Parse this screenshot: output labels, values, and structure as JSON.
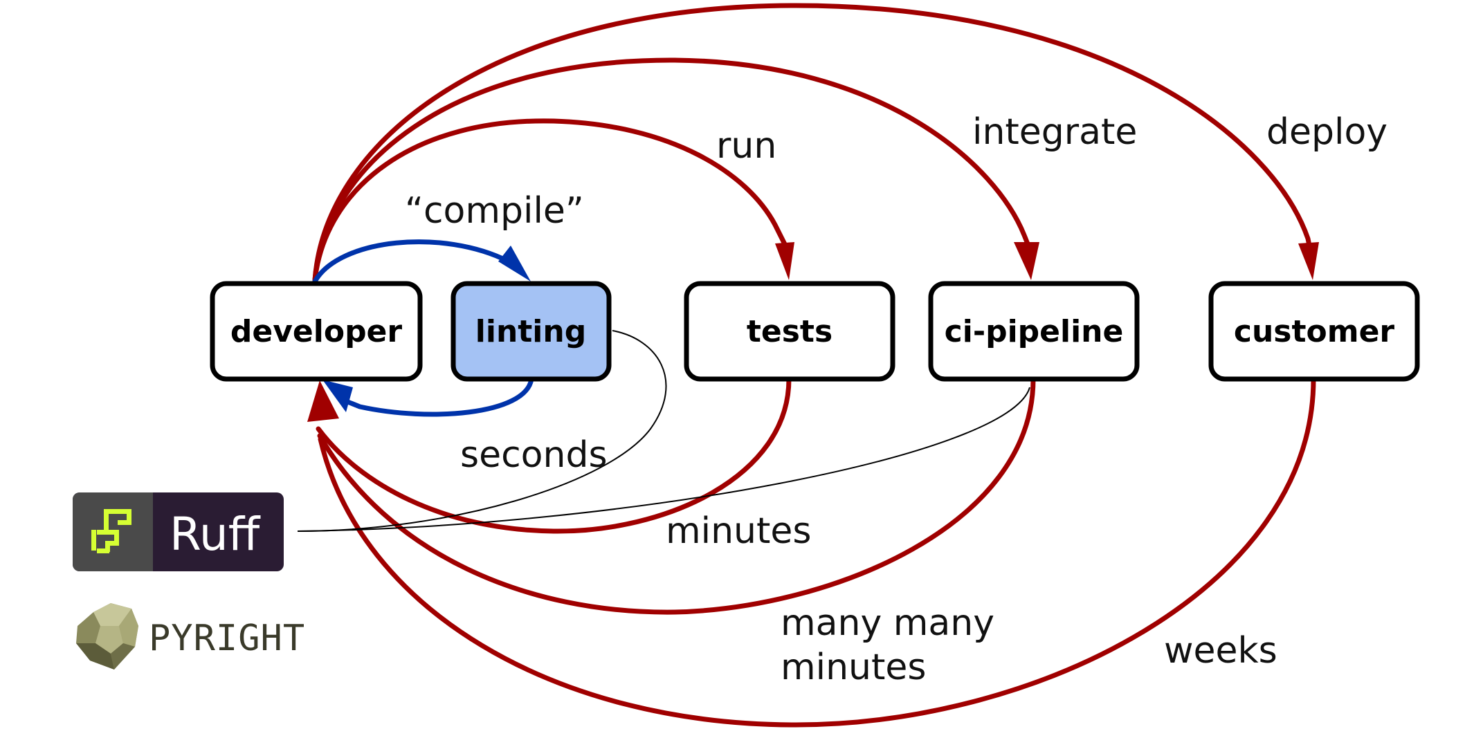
{
  "colors": {
    "feedback_loop": "#a00000",
    "fast_loop": "#0033aa",
    "highlight_fill": "#a4c2f4",
    "node_fill": "#ffffff",
    "stroke": "#000000"
  },
  "nodes": {
    "developer": "developer",
    "linting": "linting",
    "tests": "tests",
    "ci_pipeline": "ci-pipeline",
    "customer": "customer"
  },
  "edges": {
    "compile": "“compile”",
    "run": "run",
    "integrate": "integrate",
    "deploy": "deploy"
  },
  "durations": {
    "seconds": "seconds",
    "minutes": "minutes",
    "many_many_minutes_line1": "many many",
    "many_many_minutes_line2": "minutes",
    "weeks": "weeks"
  },
  "tools": {
    "ruff": "Ruff",
    "pyright": "PYRIGHT"
  }
}
